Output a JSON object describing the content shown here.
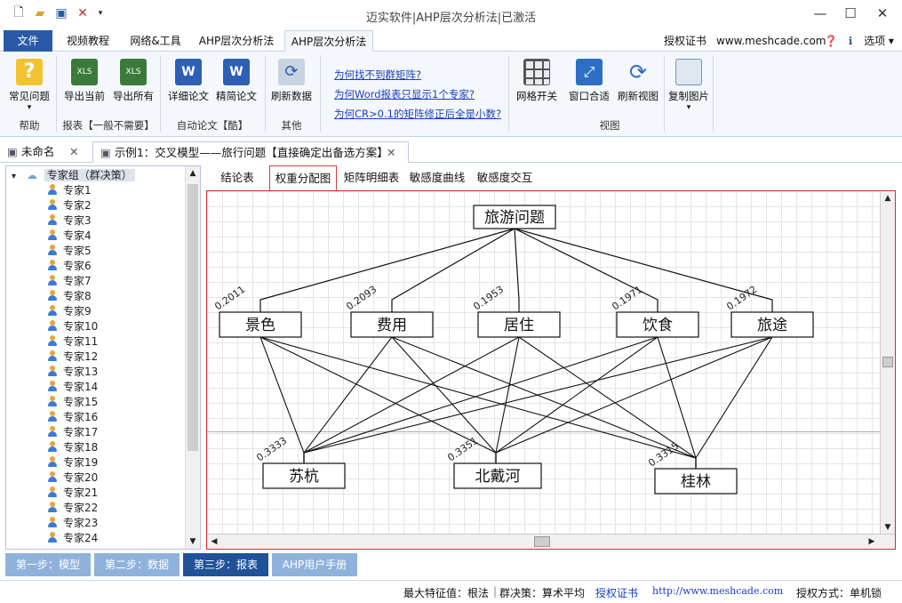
{
  "window": {
    "title": "迈实软件|AHP层次分析法|已激活",
    "min_icon": "minimize-icon",
    "max_icon": "maximize-icon",
    "close_icon": "close-icon"
  },
  "quick_access": {
    "icons": [
      "new-file-icon",
      "open-folder-icon",
      "save-icon",
      "tools-icon",
      "dropdown-arrow-icon"
    ]
  },
  "ribbon_tabs": [
    "文件",
    "视频教程",
    "网络&工具",
    "AHP层次分析法",
    "AHP层次分析法"
  ],
  "ribbon_right": {
    "license": "授权证书",
    "website": "www.meshcade.com",
    "options": "选项"
  },
  "ribbon": {
    "help": {
      "label": "常见问题",
      "group": "帮助"
    },
    "export_current": "导出当前",
    "export_all": "导出所有",
    "report_group": "报表【一般不需要】",
    "detailed_paper": "详细论文",
    "concise_paper": "精简论文",
    "paper_group": "自动论文【酷】",
    "refresh_data": "刷新数据",
    "other_group": "其他",
    "links": [
      "为何找不到群矩阵?",
      "为何Word报表只显示1个专家?",
      "为何CR>0.1的矩阵修正后全是小数?"
    ],
    "grid_toggle": "网格开关",
    "fit_window": "窗口合适",
    "refresh_view": "刷新视图",
    "copy_image": "复制图片",
    "view_group": "视图"
  },
  "doc_tabs": [
    "未命名",
    "示例1：交叉模型——旅行问题【直接确定出备选方案】"
  ],
  "tree": {
    "root": "专家组（群决策）",
    "experts": [
      "专家1",
      "专家2",
      "专家3",
      "专家4",
      "专家5",
      "专家6",
      "专家7",
      "专家8",
      "专家9",
      "专家10",
      "专家11",
      "专家12",
      "专家13",
      "专家14",
      "专家15",
      "专家16",
      "专家17",
      "专家18",
      "专家19",
      "专家20",
      "专家21",
      "专家22",
      "专家23",
      "专家24"
    ]
  },
  "sub_tabs": [
    "结论表",
    "权重分配图",
    "矩阵明细表",
    "敏感度曲线",
    "敏感度交互"
  ],
  "hierarchy": {
    "goal": "旅游问题",
    "criteria": [
      {
        "name": "景色",
        "weight": "0.2011"
      },
      {
        "name": "费用",
        "weight": "0.2093"
      },
      {
        "name": "居住",
        "weight": "0.1953"
      },
      {
        "name": "饮食",
        "weight": "0.1971"
      },
      {
        "name": "旅途",
        "weight": "0.1972"
      }
    ],
    "alternatives": [
      {
        "name": "苏杭",
        "weight": "0.3333"
      },
      {
        "name": "北戴河",
        "weight": "0.3351"
      },
      {
        "name": "桂林",
        "weight": "0.3315"
      }
    ]
  },
  "steps": [
    "第一步：模型",
    "第二步：数据",
    "第三步：报表",
    "AHP用户手册"
  ],
  "status": {
    "max_eigen": "最大特征值：根法",
    "group_decision": "群决策：算术平均",
    "license_link": "授权证书",
    "url": "http://www.meshcade.com",
    "license_type": "授权方式：单机锁"
  }
}
